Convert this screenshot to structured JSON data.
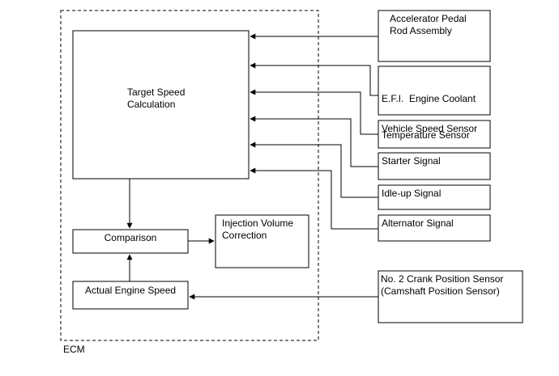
{
  "ecm": {
    "label": "ECM"
  },
  "blocks": {
    "target_speed": {
      "line1": "Target Speed",
      "line2": "Calculation"
    },
    "comparison": "Comparison",
    "injection": {
      "line1": "Injection Volume",
      "line2": "Correction"
    },
    "actual_speed": "Actual Engine Speed"
  },
  "inputs": {
    "accelerator": {
      "line1": "Accelerator Pedal",
      "line2": "Rod Assembly"
    },
    "coolant": {
      "line1": "E.F.I.  Engine Coolant",
      "line2": "Temperature Sensor"
    },
    "vehicle_speed": "Vehicle Speed Sensor",
    "starter": "Starter Signal",
    "idle_up": "Idle-up Signal",
    "alternator": "Alternator Signal",
    "crank": {
      "line1": "No. 2 Crank Position Sensor",
      "line2": "(Camshaft Position Sensor)"
    }
  }
}
